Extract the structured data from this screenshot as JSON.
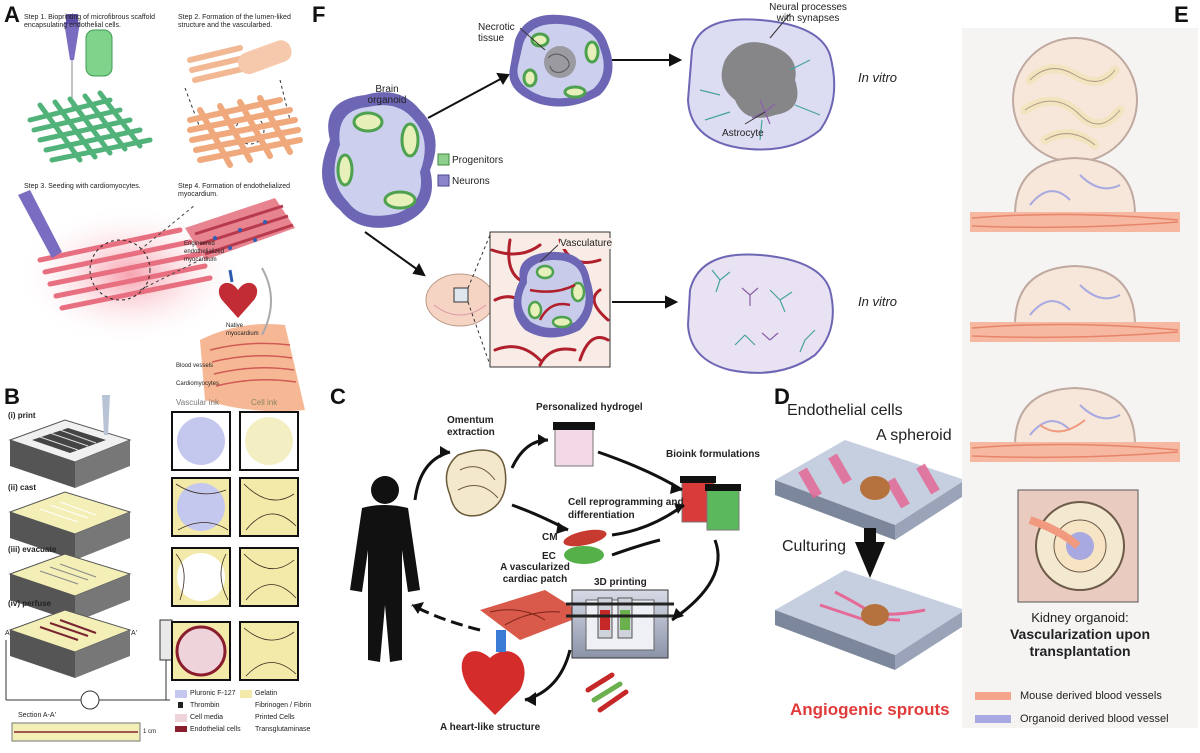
{
  "panels": {
    "A": {
      "letter": "A",
      "step1": "Step 1. Bioprinting of microfibrous scaffold encapsulating endothelial cells.",
      "step2": "Step 2. Formation of the lumen-liked structure and the vascularbed.",
      "step3": "Step 3. Seeding with cardiomyocytes.",
      "step4": "Step 4. Formation of endothelialized myocardium.",
      "engineered": "Engineered endothelialized myocardium",
      "native": "Native myocardium",
      "blood_vessels": "Blood vessels",
      "cardiomyocytes": "Cardiomyocytes"
    },
    "B": {
      "letter": "B",
      "steps": [
        "(i) print",
        "(ii) cast",
        "(iii) evacuate",
        "(iv) perfuse"
      ],
      "vascular_ink": "Vascular ink",
      "cell_ink": "Cell ink",
      "section": "Section A-A'",
      "a_label": "A",
      "a_prime": "A'",
      "scale": "1 cm",
      "legend": [
        "Pluronic F-127",
        "Gelatin",
        "Thrombin",
        "Fibrinogen / Fibrin",
        "Cell media",
        "Printed Cells",
        "Endothelial cells",
        "Transglutaminase"
      ]
    },
    "C": {
      "letter": "C",
      "omentum": "Omentum extraction",
      "hydrogel": "Personalized hydrogel",
      "bioink": "Bioink formulations",
      "reprogramming": "Cell reprogramming and differentiation",
      "cm": "CM",
      "ec": "EC",
      "printing": "3D printing",
      "patch": "A vascularized cardiac patch",
      "heart": "A heart-like structure"
    },
    "D": {
      "letter": "D",
      "endothelial": "Endothelial cells",
      "spheroid": "A spheroid",
      "culturing": "Culturing",
      "sprouts": "Angiogenic sprouts"
    },
    "E": {
      "letter": "E",
      "caption1": "Kidney organoid:",
      "caption2": "Vascularization upon transplantation",
      "legend_mouse": "Mouse derived blood vessels",
      "legend_organoid": "Organoid derived blood vessel",
      "color_mouse": "#f4a58a",
      "color_organoid": "#a7a9e0"
    },
    "F": {
      "letter": "F",
      "brain_organoid": "Brain organoid",
      "necrotic": "Necrotic tissue",
      "neural": "Neural processes with synapses",
      "astrocyte": "Astrocyte",
      "progenitors": "Progenitors",
      "neurons": "Neurons",
      "vasculature": "Vasculature",
      "in_vitro_1": "In vitro",
      "in_vitro_2": "In vitro"
    }
  }
}
